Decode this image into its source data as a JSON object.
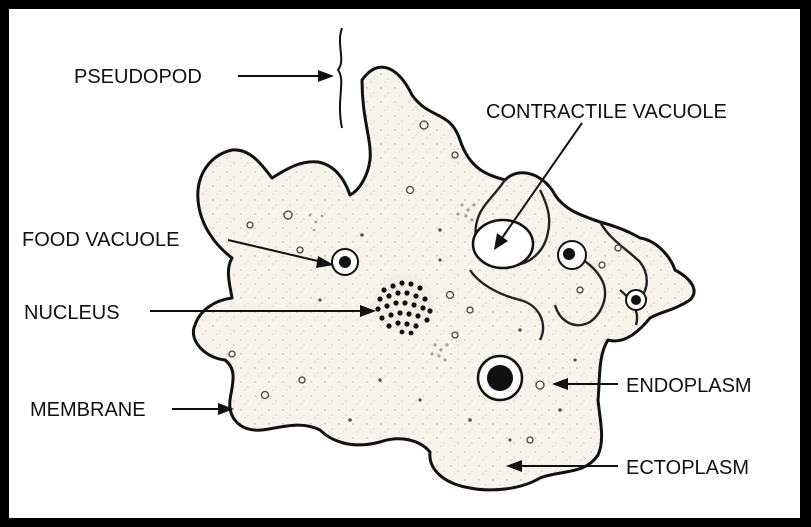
{
  "diagram": {
    "labels": {
      "pseudopod": "PSEUDOPOD",
      "contractile_vacuole": "CONTRACTILE VACUOLE",
      "food_vacuole": "FOOD VACUOLE",
      "nucleus": "NUCLEUS",
      "membrane": "MEMBRANE",
      "endoplasm": "ENDOPLASM",
      "ectoplasm": "ECTOPLASM"
    }
  }
}
